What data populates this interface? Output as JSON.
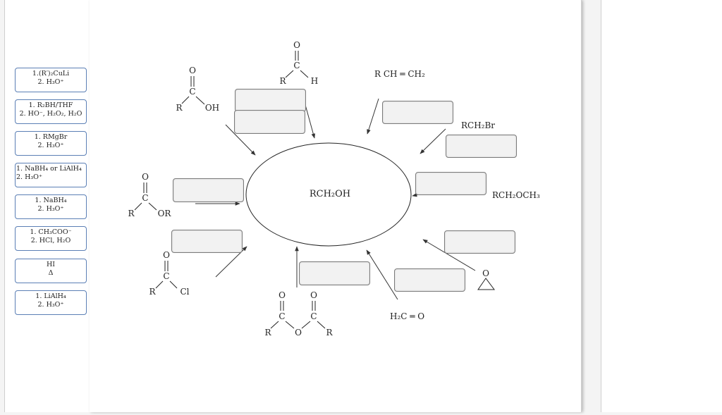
{
  "reagents": [
    {
      "line1": "1.(R′)₂CuLi",
      "line2": "2. H₃O⁺"
    },
    {
      "line1": "1. R₂BH/THF",
      "line2": "2. HO⁻, H₂O₂, H₂O"
    },
    {
      "line1": "1. RMgBr",
      "line2": "2. H₃O⁺"
    },
    {
      "line1": "1. NaBH₄ or LiAlH₄",
      "line2": "2. H₃O⁺"
    },
    {
      "line1": "1. NaBH₄",
      "line2": "2. H₃O⁺"
    },
    {
      "line1": "1. CH₃COO⁻",
      "line2": "2. HCl, H₂O"
    },
    {
      "line1": "HI",
      "line2": "Δ"
    },
    {
      "line1": "1. LiAlH₄",
      "line2": "2. H₃O⁺"
    }
  ],
  "center": {
    "label": "RCH₂OH"
  },
  "structures": {
    "aldehyde": {
      "o": "O",
      "c": "C",
      "r": "R",
      "h": "H"
    },
    "carboxylic_acid": {
      "o": "O",
      "c": "C",
      "r": "R",
      "oh": "OH"
    },
    "alkene": {
      "label": "R CH ═ CH₂"
    },
    "alkyl_bromide": {
      "label": "RCH₂Br"
    },
    "ether": {
      "label": "RCH₂OCH₃"
    },
    "epoxide": {
      "o": "O"
    },
    "formaldehyde": {
      "label": "H₂C ═ O"
    },
    "anhydride": {
      "o1": "O",
      "o2": "O",
      "c1": "C",
      "c2": "C",
      "r1": "R",
      "r2": "R",
      "bridge_o": "O"
    },
    "acid_chloride": {
      "o": "O",
      "c": "C",
      "r": "R",
      "cl": "Cl"
    },
    "ester": {
      "o": "O",
      "c": "C",
      "r": "R",
      "or": "OR"
    }
  }
}
